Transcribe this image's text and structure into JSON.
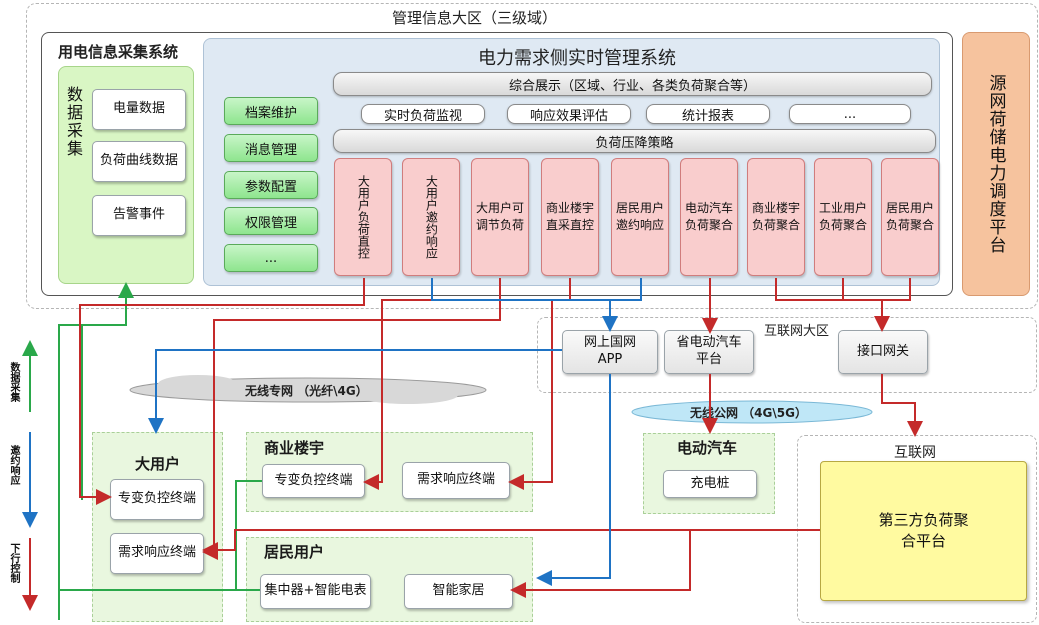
{
  "mgmt_zone": {
    "title": "管理信息大区（三级域）"
  },
  "collection_system": {
    "title": "用电信息采集系统",
    "data_label": "数据采集",
    "items": [
      "电量数据",
      "负荷曲线数据",
      "告警事件"
    ]
  },
  "realtime_system": {
    "title": "电力需求侧实时管理系统",
    "display_bar": "综合展示（区域、行业、各类负荷聚合等）",
    "functions": [
      "实时负荷监视",
      "响应效果评估",
      "统计报表",
      "..."
    ],
    "strategy_bar": "负荷压降策略",
    "left_menu": [
      "档案维护",
      "消息管理",
      "参数配置",
      "权限管理",
      "..."
    ],
    "modules": [
      "大用户负荷直控",
      "大用户邀约响应",
      "大用户可调节负荷",
      "商业楼宇直采直控",
      "居民用户邀约响应",
      "电动汽车负荷聚合",
      "商业楼宇负荷聚合",
      "工业用户负荷聚合",
      "居民用户负荷聚合"
    ]
  },
  "dispatch_platform": {
    "label": "源网荷储电力调度平台"
  },
  "internet_zone": {
    "title": "互联网大区",
    "app": "网上国网APP",
    "ev_platform": "省电动汽车平台",
    "gateway": "接口网关"
  },
  "wireless_private": {
    "label": "无线专网 （光纤\\4G）"
  },
  "wireless_public": {
    "label": "无线公网 （4G\\5G）"
  },
  "ev_zone": {
    "title": "电动汽车",
    "item": "充电桩"
  },
  "internet": {
    "title": "互联网",
    "third_party": "第三方负荷聚合平台"
  },
  "big_user": {
    "title": "大用户",
    "items": [
      "专变负控终端",
      "需求响应终端"
    ]
  },
  "commercial": {
    "title": "商业楼宇",
    "items": [
      "专变负控终端",
      "需求响应终端"
    ]
  },
  "resident": {
    "title": "居民用户",
    "items": [
      "集中器+智能电表",
      "智能家居"
    ]
  },
  "legend": [
    {
      "label": "数据采集",
      "color": "#2aa84a"
    },
    {
      "label": "邀约响应",
      "color": "#1f73c4"
    },
    {
      "label": "下行控制",
      "color": "#c42a2a"
    }
  ]
}
